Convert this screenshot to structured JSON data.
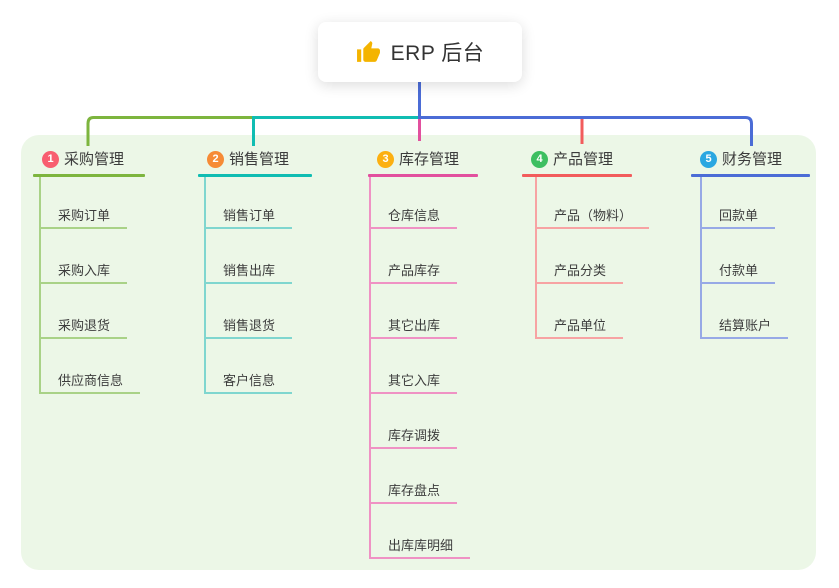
{
  "root": {
    "label": "ERP 后台",
    "icon": "thumbs-up-icon",
    "icon_color": "#f4b400"
  },
  "canvas": {
    "background": "#ffffff",
    "panel_background": "#ecf7e7"
  },
  "connector_color": "#4b6cd6",
  "branches": [
    {
      "badge": "1",
      "label": "采购管理",
      "color": "#7db53e",
      "light_color": "#a9d287",
      "badge_color": "#f85e70",
      "children": [
        "采购订单",
        "采购入库",
        "采购退货",
        "供应商信息"
      ]
    },
    {
      "badge": "2",
      "label": "销售管理",
      "color": "#10bdb2",
      "light_color": "#7fd6cf",
      "badge_color": "#f68b36",
      "children": [
        "销售订单",
        "销售出库",
        "销售退货",
        "客户信息"
      ]
    },
    {
      "badge": "3",
      "label": "库存管理",
      "color": "#e2509e",
      "light_color": "#ef92c4",
      "badge_color": "#fcb011",
      "children": [
        "仓库信息",
        "产品库存",
        "其它出库",
        "其它入库",
        "库存调拨",
        "库存盘点",
        "出库库明细"
      ]
    },
    {
      "badge": "4",
      "label": "产品管理",
      "color": "#f25c5c",
      "light_color": "#f7a3a3",
      "badge_color": "#3dbf61",
      "children": [
        "产品（物料）",
        "产品分类",
        "产品单位"
      ]
    },
    {
      "badge": "5",
      "label": "财务管理",
      "color": "#4b6cd6",
      "light_color": "#97a9e6",
      "badge_color": "#2aa7e1",
      "children": [
        "回款单",
        "付款单",
        "结算账户"
      ]
    }
  ]
}
